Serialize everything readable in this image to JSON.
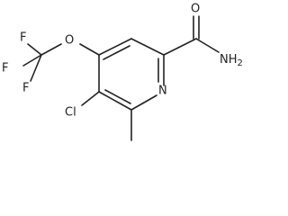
{
  "labels": {
    "o_carbonyl": "O",
    "amide_n": "NH",
    "amide_n_sub": "2",
    "ring_n": "N",
    "o_ether": "O",
    "f_top": "F",
    "f_left": "F",
    "f_bottom": "F",
    "cl": "Cl"
  }
}
